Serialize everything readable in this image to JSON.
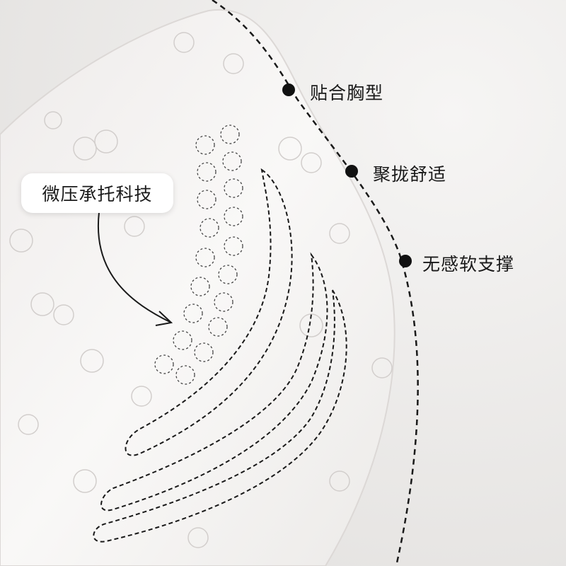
{
  "features": [
    {
      "label": "贴合胸型"
    },
    {
      "label": "聚拢舒适"
    },
    {
      "label": "无感软支撑"
    }
  ],
  "callout": {
    "label": "微压承托科技"
  },
  "colors": {
    "background": "#ecebea",
    "pad": "#f7f5f4",
    "ink": "#1a1a1a",
    "pattern": "#cfcbc9"
  }
}
